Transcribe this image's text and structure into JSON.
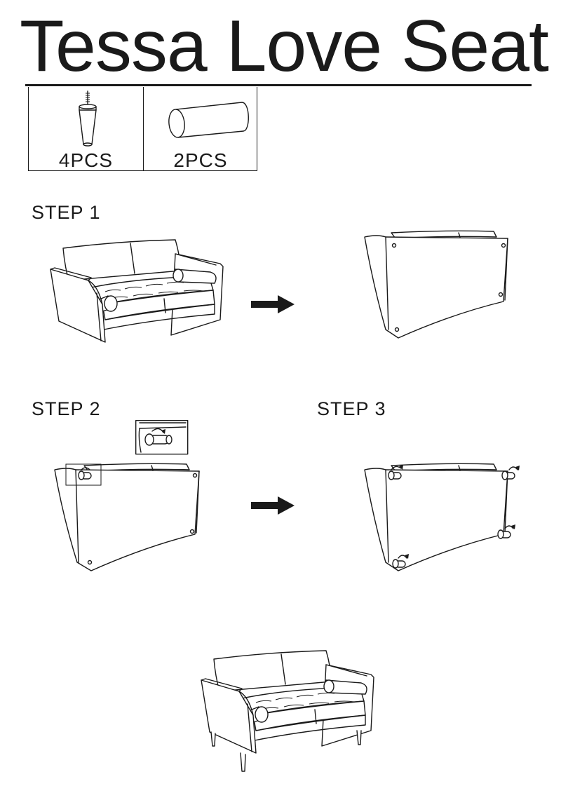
{
  "title": "Tessa Love Seat",
  "parts": [
    {
      "icon": "leg-icon",
      "quantity": "4PCS"
    },
    {
      "icon": "bolster-pillow-icon",
      "quantity": "2PCS"
    }
  ],
  "steps": [
    {
      "label": "STEP 1"
    },
    {
      "label": "STEP 2"
    },
    {
      "label": "STEP 3"
    }
  ]
}
